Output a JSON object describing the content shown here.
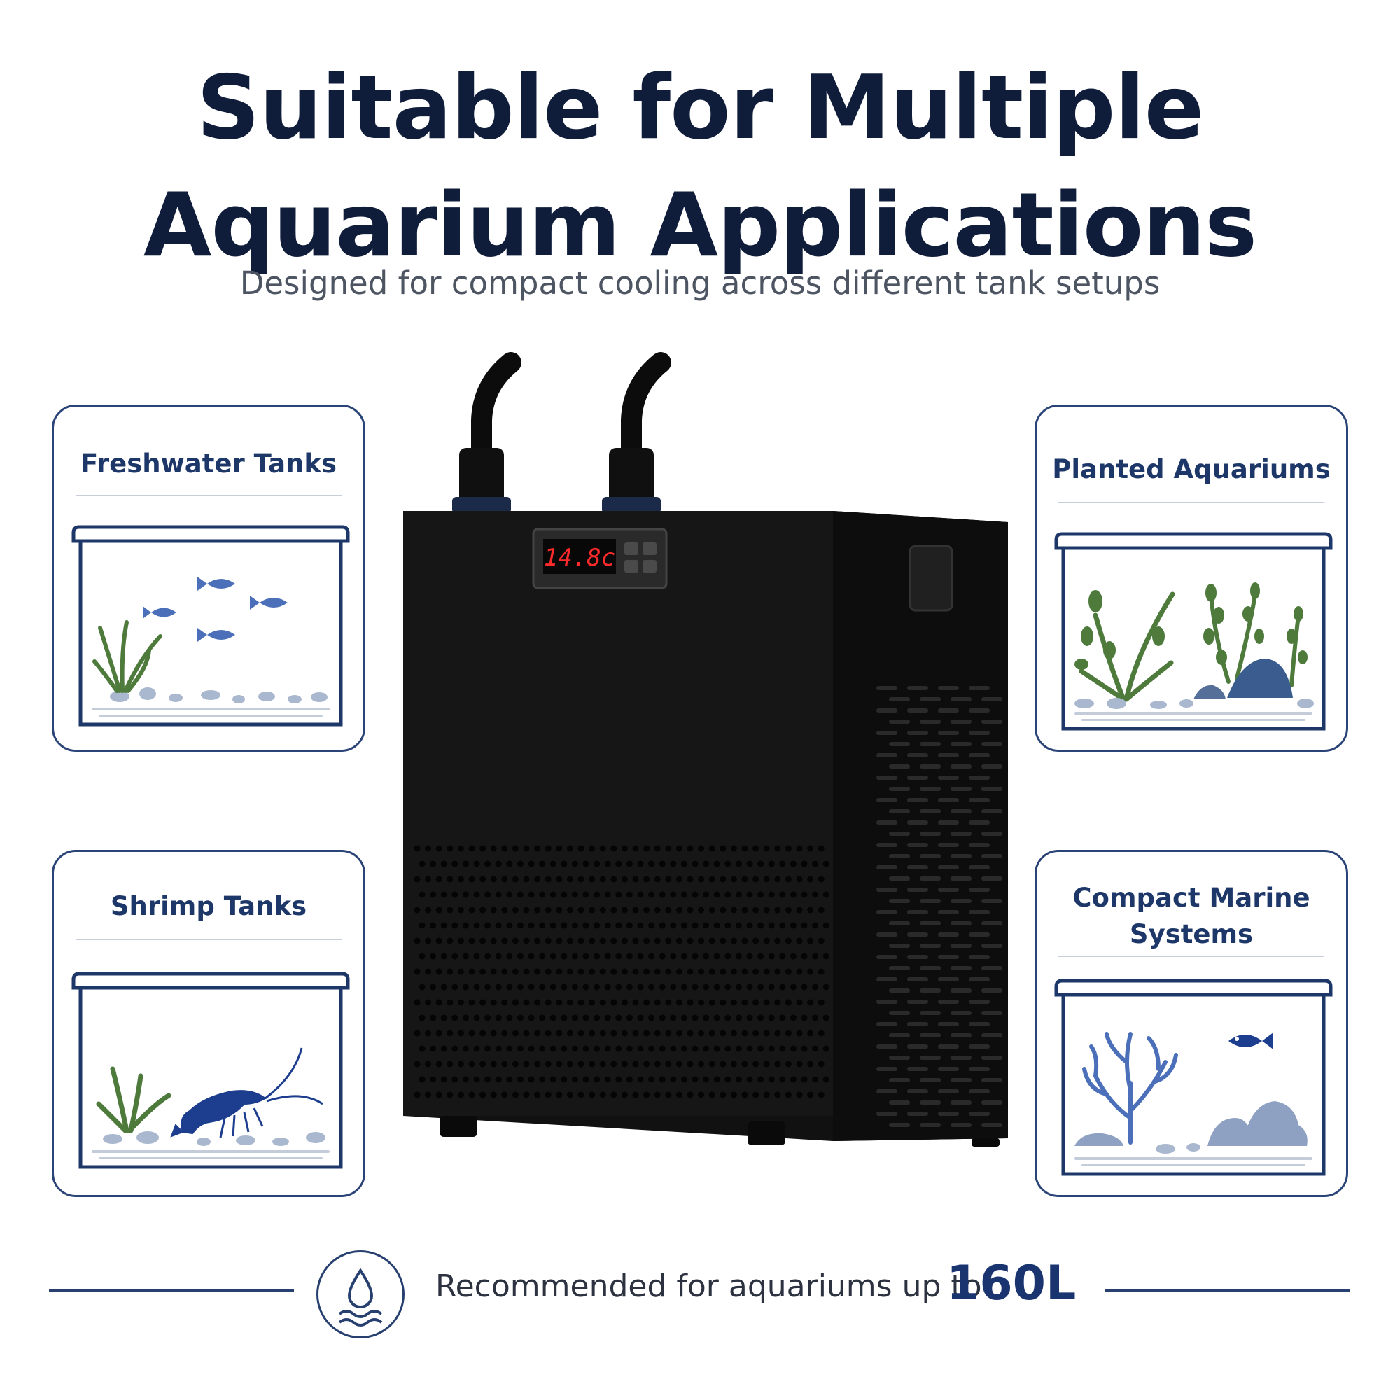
{
  "header": {
    "title_line1": "Suitable for Multiple",
    "title_line2": "Aquarium Applications",
    "subtitle": "Designed for compact cooling across different tank setups"
  },
  "cards": [
    {
      "title": "Freshwater Tanks",
      "icon": "freshwater-tank-icon"
    },
    {
      "title": "Planted Aquariums",
      "icon": "planted-tank-icon"
    },
    {
      "title": "Shrimp Tanks",
      "icon": "shrimp-tank-icon"
    },
    {
      "title_line1": "Compact Marine",
      "title_line2": "Systems",
      "icon": "marine-tank-icon"
    }
  ],
  "product": {
    "display_reading": "14.8c",
    "icon": "aquarium-chiller-image"
  },
  "footer": {
    "text": "Recommended for aquariums up to",
    "value": "160L",
    "icon": "water-drop-icon"
  },
  "colors": {
    "navy": "#1d3768",
    "icon_blue": "#4b6fb8",
    "plant_green": "#4e7b3c",
    "display_red": "#ff2a2a"
  }
}
